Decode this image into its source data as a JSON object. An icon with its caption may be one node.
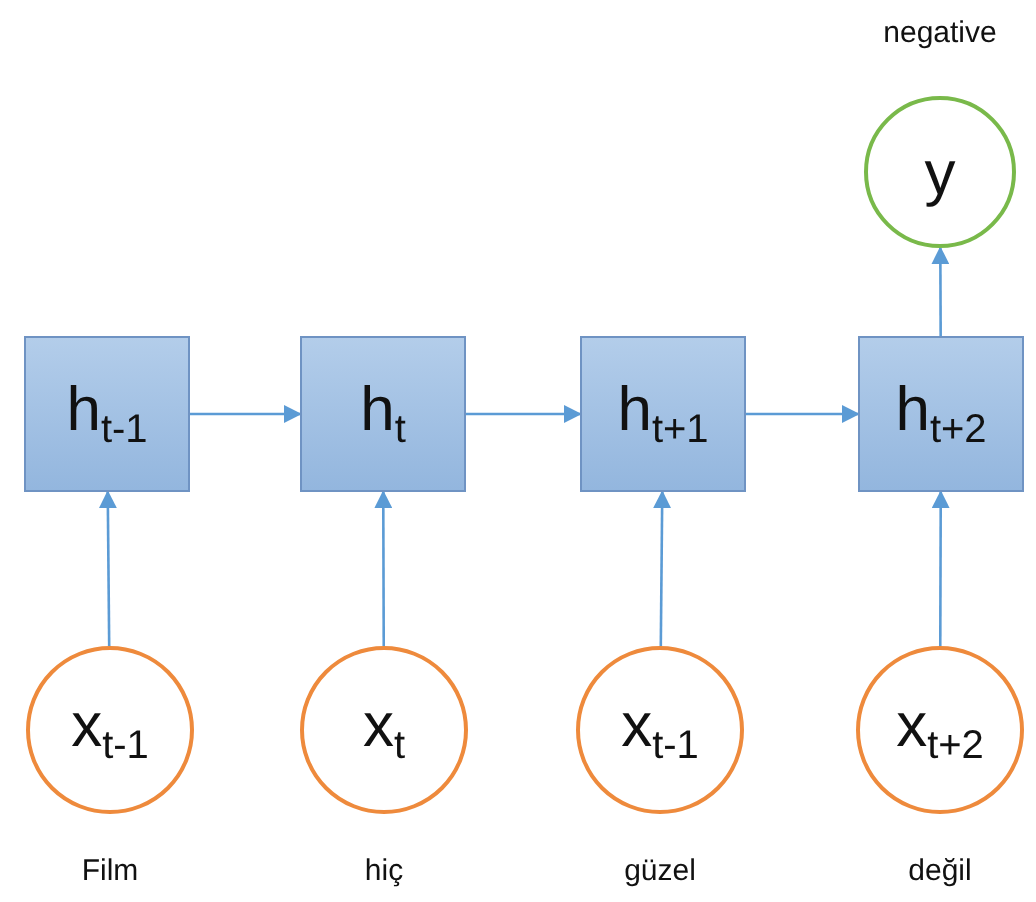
{
  "diagram": {
    "nodes": [
      {
        "text": [
          "y"
        ],
        "beside": [
          "negative"
        ]
      },
      {
        "text": [
          "h$_{t-1}$"
        ]
      },
      {
        "text": [
          "h$_{t}$"
        ]
      },
      {
        "text": [
          "h$_{t+1}$"
        ]
      },
      {
        "text": [
          "h$_{t+2}$"
        ]
      },
      {
        "text": [
          "x$_{t-1}$"
        ],
        "beside": [
          "Film"
        ]
      },
      {
        "text": [
          "x$_{t}$"
        ],
        "beside": [
          "hiç"
        ]
      },
      {
        "text": [
          "x$_{t-1}$"
        ],
        "beside": [
          "güzel"
        ]
      },
      {
        "text": [
          "x$_{t+2}$"
        ],
        "beside": [
          "değil"
        ]
      }
    ],
    "edges": [
      {
        "from": 5,
        "to": 1,
        "arrow": "to"
      },
      {
        "from": 6,
        "to": 2,
        "arrow": "to"
      },
      {
        "from": 7,
        "to": 3,
        "arrow": "to"
      },
      {
        "from": 8,
        "to": 4,
        "arrow": "to"
      },
      {
        "from": 1,
        "to": 2,
        "arrow": "to"
      },
      {
        "from": 2,
        "to": 3,
        "arrow": "to"
      },
      {
        "from": 3,
        "to": 4,
        "arrow": "to"
      },
      {
        "from": 4,
        "to": 0,
        "arrow": "to"
      }
    ]
  }
}
